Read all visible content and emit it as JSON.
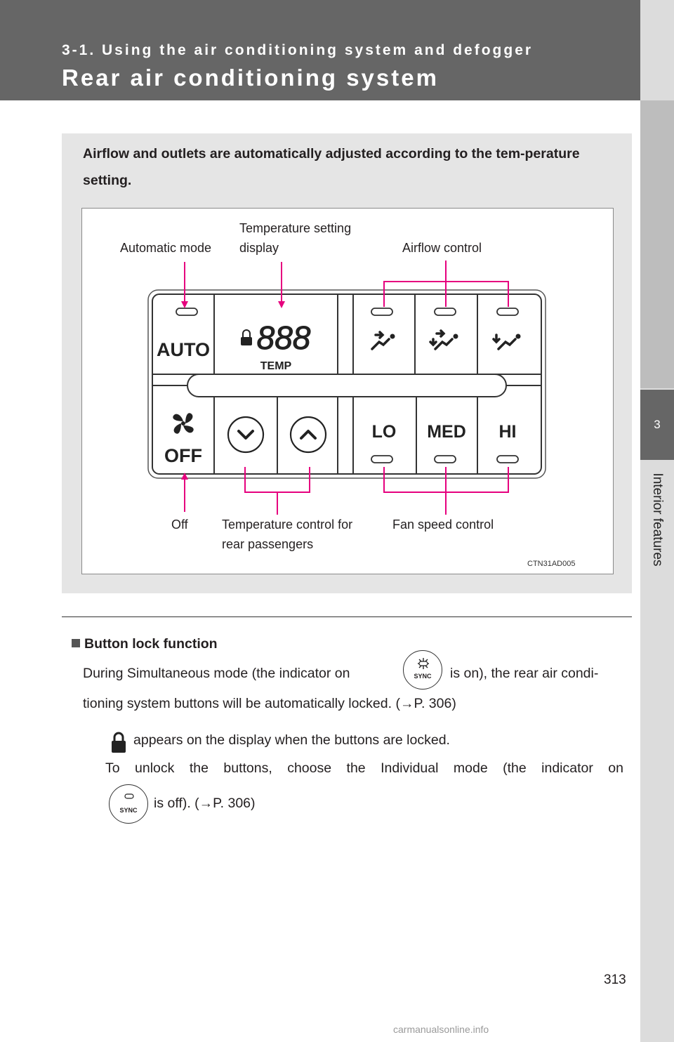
{
  "header": {
    "section": "3-1. Using the air conditioning system and defogger",
    "title": "Rear air conditioning system"
  },
  "side_tab": {
    "number": "3",
    "label": "Interior features"
  },
  "intro": "Airflow and outlets are automatically adjusted according to the tem-perature setting.",
  "figure": {
    "labels": {
      "automatic_mode": "Automatic mode",
      "temperature_setting_display": "Temperature setting display",
      "airflow_control": "Airflow control",
      "off": "Off",
      "temperature_control": "Temperature control for rear passengers",
      "fan_speed_control": "Fan speed control"
    },
    "panel": {
      "auto": "AUTO",
      "display_digits": "888",
      "temp": "TEMP",
      "off": "OFF",
      "lo": "LO",
      "med": "MED",
      "hi": "HI"
    },
    "code": "CTN31AD005"
  },
  "button_lock": {
    "heading": "Button lock function",
    "line1a": "During Simultaneous mode (the indicator on",
    "line1b": "is on), the rear air condi-",
    "line2": "tioning system buttons will be automatically locked. (→P. 306)",
    "line3": "appears on the display when the buttons are locked.",
    "line4": "To unlock the buttons, choose the Individual mode (the indicator on",
    "line5": "is off). (→P. 306)",
    "sync_label": "SYNC"
  },
  "page_number": "313",
  "watermark": "carmanualsonline.info",
  "colors": {
    "callout": "#e6007e",
    "header": "#666666"
  }
}
